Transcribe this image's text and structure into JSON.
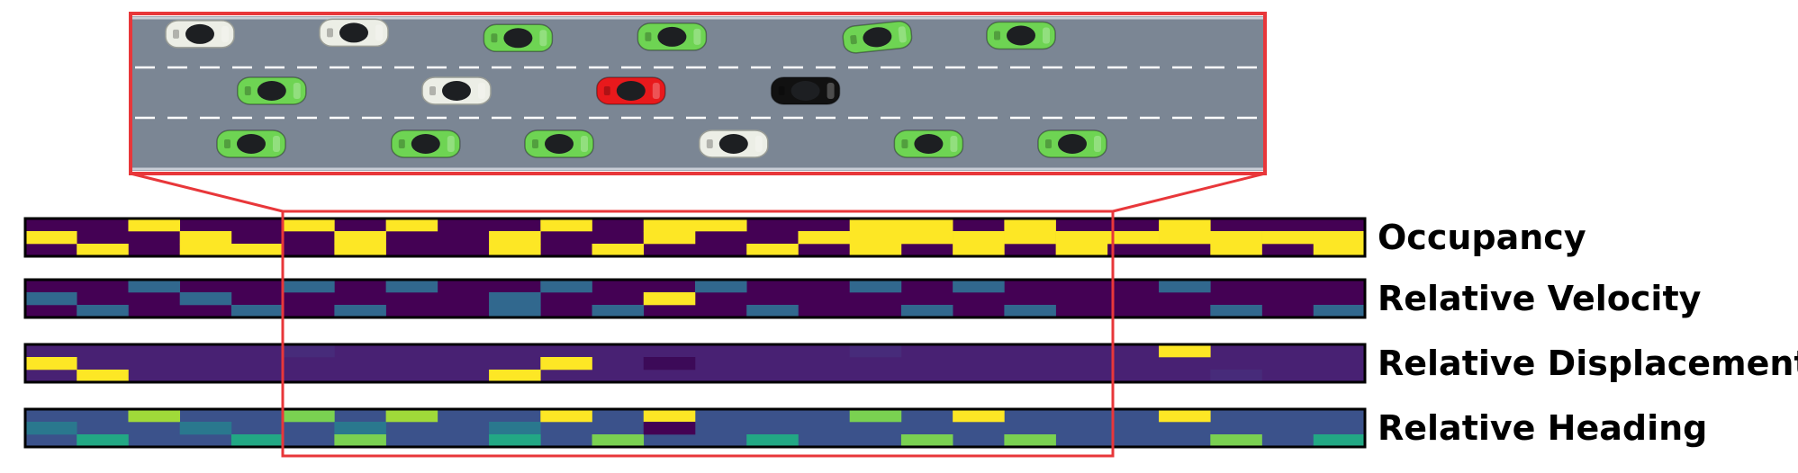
{
  "colors": {
    "road": "#7b8694",
    "road_edge": "#c9ced6",
    "lane_marking": "#ffffff",
    "highlight": "#e8373a",
    "grid_border": "#000000",
    "grid_background": "#440154",
    "cell_yellow": "#fde725",
    "ego_car": "#e8191c",
    "target_car": "#111111",
    "white_car": "#eceee6",
    "green_car": "#6ed453"
  },
  "road": {
    "lanes": 3,
    "cars": [
      {
        "name": "car-white-1",
        "color": "white",
        "lane": 0,
        "pos": 0.05
      },
      {
        "name": "car-white-2",
        "color": "white",
        "lane": 0,
        "pos": 0.2
      },
      {
        "name": "car-green-1",
        "color": "green",
        "lane": 0,
        "pos": 0.36
      },
      {
        "name": "car-green-2",
        "color": "green",
        "lane": 0,
        "pos": 0.51
      },
      {
        "name": "car-green-3",
        "color": "green",
        "lane": 0,
        "pos": 0.71
      },
      {
        "name": "car-green-4",
        "color": "green",
        "lane": 0,
        "pos": 0.85
      },
      {
        "name": "car-green-5",
        "color": "green",
        "lane": 1,
        "pos": 0.12
      },
      {
        "name": "car-white-3",
        "color": "white",
        "lane": 1,
        "pos": 0.3
      },
      {
        "name": "car-ego",
        "color": "red",
        "lane": 1,
        "pos": 0.47
      },
      {
        "name": "car-black",
        "color": "black",
        "lane": 1,
        "pos": 0.64
      },
      {
        "name": "car-green-6",
        "color": "green",
        "lane": 2,
        "pos": 0.1
      },
      {
        "name": "car-green-7",
        "color": "green",
        "lane": 2,
        "pos": 0.27
      },
      {
        "name": "car-green-8",
        "color": "green",
        "lane": 2,
        "pos": 0.4
      },
      {
        "name": "car-white-4",
        "color": "white",
        "lane": 2,
        "pos": 0.57
      },
      {
        "name": "car-green-9",
        "color": "green",
        "lane": 2,
        "pos": 0.76
      },
      {
        "name": "car-green-10",
        "color": "green",
        "lane": 2,
        "pos": 0.9
      }
    ]
  },
  "grids": [
    {
      "label": "Occupancy",
      "background": "#440154",
      "cells": [
        [
          0,
          1,
          "#fde725"
        ],
        [
          1,
          2,
          "#fde725"
        ],
        [
          2,
          0,
          "#fde725"
        ],
        [
          3,
          1,
          "#fde725"
        ],
        [
          3,
          2,
          "#fde725"
        ],
        [
          4,
          2,
          "#fde725"
        ],
        [
          5,
          0,
          "#fde725"
        ],
        [
          6,
          1,
          "#fde725"
        ],
        [
          6,
          2,
          "#fde725"
        ],
        [
          7,
          0,
          "#fde725"
        ],
        [
          9,
          1,
          "#fde725"
        ],
        [
          9,
          2,
          "#fde725"
        ],
        [
          10,
          0,
          "#fde725"
        ],
        [
          11,
          2,
          "#fde725"
        ],
        [
          12,
          0,
          "#fde725"
        ],
        [
          12,
          1,
          "#fde725"
        ],
        [
          13,
          0,
          "#fde725"
        ],
        [
          14,
          2,
          "#fde725"
        ],
        [
          15,
          1,
          "#fde725"
        ],
        [
          16,
          0,
          "#fde725"
        ],
        [
          16,
          1,
          "#fde725"
        ],
        [
          16,
          2,
          "#fde725"
        ],
        [
          17,
          0,
          "#fde725"
        ],
        [
          17,
          1,
          "#fde725"
        ],
        [
          18,
          1,
          "#fde725"
        ],
        [
          18,
          2,
          "#fde725"
        ],
        [
          19,
          0,
          "#fde725"
        ],
        [
          19,
          1,
          "#fde725"
        ],
        [
          20,
          1,
          "#fde725"
        ],
        [
          20,
          2,
          "#fde725"
        ],
        [
          21,
          1,
          "#fde725"
        ],
        [
          22,
          0,
          "#fde725"
        ],
        [
          22,
          1,
          "#fde725"
        ],
        [
          23,
          1,
          "#fde725"
        ],
        [
          23,
          2,
          "#fde725"
        ],
        [
          24,
          1,
          "#fde725"
        ],
        [
          25,
          1,
          "#fde725"
        ],
        [
          25,
          2,
          "#fde725"
        ]
      ]
    },
    {
      "label": "Relative Velocity",
      "background": "#440154",
      "cells": [
        [
          0,
          1,
          "#31688e"
        ],
        [
          1,
          2,
          "#31688e"
        ],
        [
          2,
          0,
          "#31688e"
        ],
        [
          3,
          1,
          "#31688e"
        ],
        [
          4,
          2,
          "#31688e"
        ],
        [
          5,
          0,
          "#31688e"
        ],
        [
          6,
          2,
          "#31688e"
        ],
        [
          7,
          0,
          "#31688e"
        ],
        [
          9,
          1,
          "#31688e"
        ],
        [
          9,
          2,
          "#31688e"
        ],
        [
          10,
          0,
          "#31688e"
        ],
        [
          11,
          2,
          "#31688e"
        ],
        [
          12,
          1,
          "#fde725"
        ],
        [
          13,
          0,
          "#31688e"
        ],
        [
          14,
          2,
          "#31688e"
        ],
        [
          16,
          0,
          "#31688e"
        ],
        [
          17,
          2,
          "#31688e"
        ],
        [
          18,
          0,
          "#31688e"
        ],
        [
          19,
          2,
          "#31688e"
        ],
        [
          22,
          0,
          "#31688e"
        ],
        [
          23,
          2,
          "#31688e"
        ],
        [
          25,
          2,
          "#31688e"
        ]
      ]
    },
    {
      "label": "Relative Displacement",
      "background": "#482173",
      "cells": [
        [
          0,
          1,
          "#fde725"
        ],
        [
          1,
          2,
          "#fde725"
        ],
        [
          5,
          0,
          "#472b7a"
        ],
        [
          9,
          2,
          "#fde725"
        ],
        [
          10,
          1,
          "#fde725"
        ],
        [
          12,
          1,
          "#3c0a58"
        ],
        [
          16,
          0,
          "#472b7a"
        ],
        [
          22,
          0,
          "#fde725"
        ],
        [
          23,
          2,
          "#472b7a"
        ]
      ]
    },
    {
      "label": "Relative Heading",
      "background": "#3b528b",
      "cells": [
        [
          0,
          1,
          "#2a788e"
        ],
        [
          1,
          2,
          "#22a884"
        ],
        [
          2,
          0,
          "#a0da39"
        ],
        [
          3,
          1,
          "#2a788e"
        ],
        [
          4,
          2,
          "#22a884"
        ],
        [
          5,
          0,
          "#7ad151"
        ],
        [
          6,
          1,
          "#2a788e"
        ],
        [
          6,
          2,
          "#7ad151"
        ],
        [
          7,
          0,
          "#a0da39"
        ],
        [
          9,
          1,
          "#2a788e"
        ],
        [
          9,
          2,
          "#22a884"
        ],
        [
          10,
          0,
          "#fde725"
        ],
        [
          11,
          2,
          "#7ad151"
        ],
        [
          12,
          0,
          "#fde725"
        ],
        [
          12,
          1,
          "#440154"
        ],
        [
          14,
          2,
          "#22a884"
        ],
        [
          16,
          0,
          "#7ad151"
        ],
        [
          17,
          2,
          "#7ad151"
        ],
        [
          18,
          0,
          "#fde725"
        ],
        [
          19,
          2,
          "#7ad151"
        ],
        [
          22,
          0,
          "#fde725"
        ],
        [
          23,
          2,
          "#7ad151"
        ],
        [
          25,
          2,
          "#22a884"
        ]
      ]
    }
  ]
}
